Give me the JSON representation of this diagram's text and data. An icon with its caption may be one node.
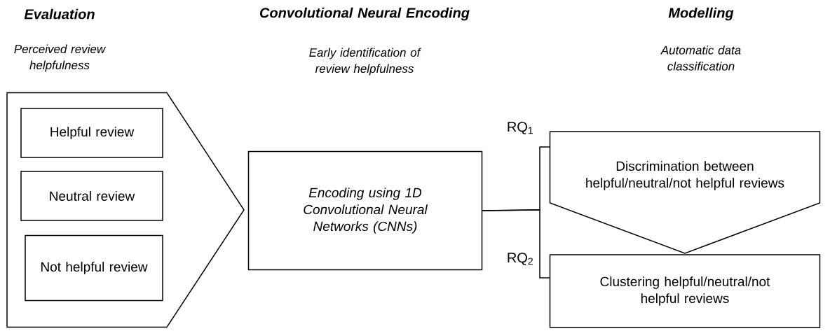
{
  "diagram": {
    "nodes": [
      {
        "text": [],
        "shape": "chevron"
      },
      {
        "text": [
          "Helpful review"
        ],
        "in": 0
      },
      {
        "text": [
          "Neutral review"
        ],
        "in": 0
      },
      {
        "text": [
          "Not helpful review"
        ],
        "in": 0
      },
      {
        "text": [
          "Encoding using 1D Convolutional Neural Networks (CNNs)"
        ]
      },
      {
        "text": [
          "Discrimination between helpful/neutral/not helpful reviews"
        ]
      },
      {
        "text": [
          "Clustering helpful/neutral/not helpful reviews"
        ]
      }
    ],
    "edges": [
      {
        "from": 4,
        "to": 5,
        "arrow": "none",
        "label": "RQ$_{1}$"
      },
      {
        "from": 4,
        "to": 6,
        "arrow": "none",
        "label": "RQ$_{2}$"
      }
    ],
    "labels": [
      "Evaluation",
      "Convolutional Neural Encoding",
      "Modelling",
      "Perceived review helpfulness",
      "Early identification of review helpfulness",
      "Automatic data classification"
    ]
  }
}
